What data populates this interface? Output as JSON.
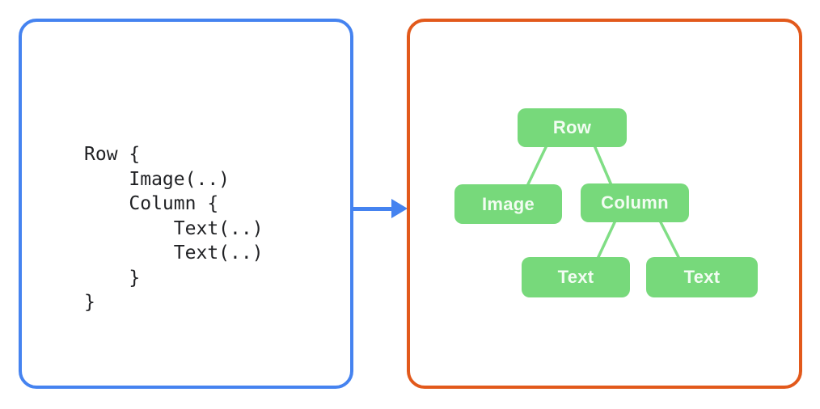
{
  "diagram": {
    "description": "Compose code snippet transformed into its UI element tree",
    "code_panel": {
      "code": "Row {\n    Image(..)\n    Column {\n        Text(..)\n        Text(..)\n    }\n}"
    },
    "arrow": {
      "direction": "right"
    },
    "tree_panel": {
      "nodes": [
        {
          "id": "row",
          "label": "Row",
          "parent": null
        },
        {
          "id": "image",
          "label": "Image",
          "parent": "row"
        },
        {
          "id": "column",
          "label": "Column",
          "parent": "row"
        },
        {
          "id": "text-1",
          "label": "Text",
          "parent": "column"
        },
        {
          "id": "text-2",
          "label": "Text",
          "parent": "column"
        }
      ]
    },
    "colors": {
      "code_panel_border": "#4583F0",
      "tree_panel_border": "#E2591B",
      "arrow": "#4583F0",
      "node_fill": "#77D97B",
      "connector": "#80DE85",
      "node_text": "#F2FCF2",
      "code_text": "#202124"
    }
  }
}
